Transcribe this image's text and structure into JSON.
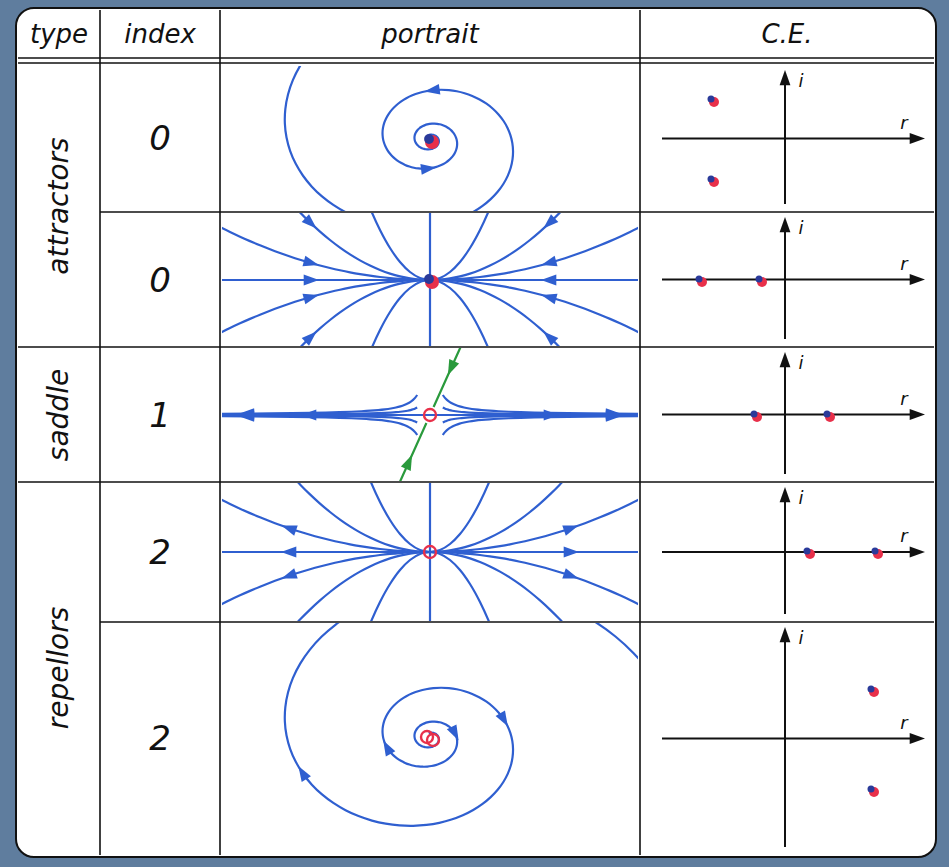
{
  "diagram": {
    "labels": [
      "type",
      "index",
      "portrait",
      "C.E.",
      "attractors",
      "0",
      "i",
      "r",
      "0",
      "i",
      "r",
      "saddle",
      "1",
      "i",
      "r",
      "repellors",
      "2",
      "i",
      "r",
      "2",
      "i",
      "r"
    ]
  }
}
